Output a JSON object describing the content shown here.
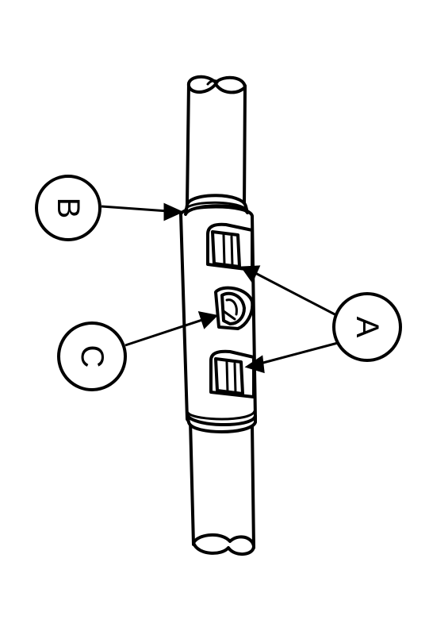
{
  "diagram": {
    "callouts": [
      {
        "id": "A",
        "label": "A"
      },
      {
        "id": "B",
        "label": "B"
      },
      {
        "id": "C",
        "label": "C"
      }
    ],
    "colors": {
      "line": "#000000",
      "fill": "#ffffff"
    }
  }
}
